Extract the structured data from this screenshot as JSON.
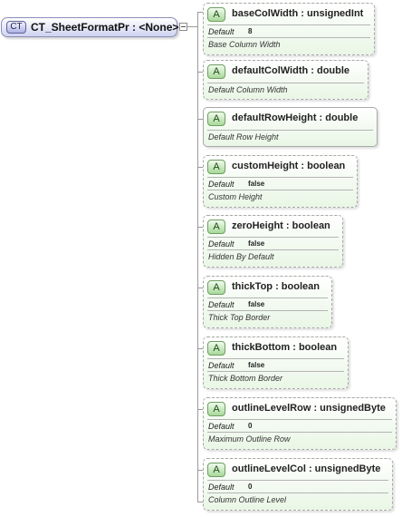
{
  "root": {
    "badge": "CT",
    "name": "CT_SheetFormatPr : <None>"
  },
  "attributes": [
    {
      "badge": "A",
      "name": "baseColWidth : unsignedInt",
      "default_label": "Default",
      "default_value": "8",
      "description": "Base Column Width"
    },
    {
      "badge": "A",
      "name": "defaultColWidth : double",
      "description": "Default Column Width"
    },
    {
      "badge": "A",
      "name": "defaultRowHeight : double",
      "description": "Default Row Height"
    },
    {
      "badge": "A",
      "name": "customHeight : boolean",
      "default_label": "Default",
      "default_value": "false",
      "description": "Custom Height"
    },
    {
      "badge": "A",
      "name": "zeroHeight : boolean",
      "default_label": "Default",
      "default_value": "false",
      "description": "Hidden By Default"
    },
    {
      "badge": "A",
      "name": "thickTop : boolean",
      "default_label": "Default",
      "default_value": "false",
      "description": "Thick Top Border"
    },
    {
      "badge": "A",
      "name": "thickBottom : boolean",
      "default_label": "Default",
      "default_value": "false",
      "description": "Thick Bottom Border"
    },
    {
      "badge": "A",
      "name": "outlineLevelRow : unsignedByte",
      "default_label": "Default",
      "default_value": "0",
      "description": "Maximum Outline Row"
    },
    {
      "badge": "A",
      "name": "outlineLevelCol : unsignedByte",
      "default_label": "Default",
      "default_value": "0",
      "description": "Column Outline Level"
    }
  ]
}
